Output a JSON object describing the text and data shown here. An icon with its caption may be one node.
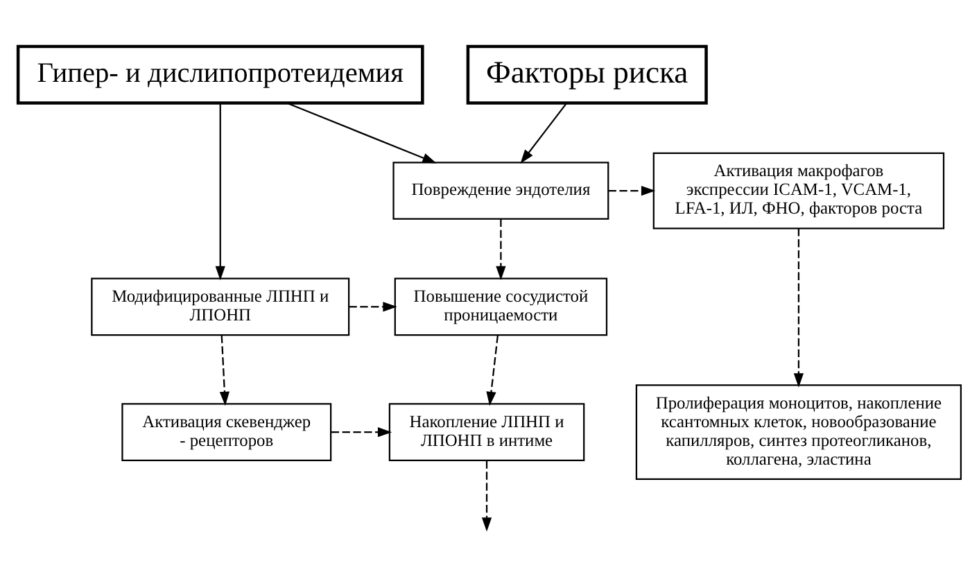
{
  "diagram": {
    "nodes": [
      {
        "text": [
          "Факторы риска"
        ]
      },
      {
        "text": [
          "Гипер- и дислипопротеидемия"
        ]
      },
      {
        "text": [
          "Активация макрофагов экспрессии ICAM-1, VCAM-1, LFA-1, ИЛ, ФНО, факторов роста"
        ]
      },
      {
        "text": [
          "Повреждение эндотелия"
        ]
      },
      {
        "text": [
          "Повышение сосудистой проницаемости"
        ]
      },
      {
        "text": [
          "Модифицированные ЛПНП и ЛПОНП"
        ]
      },
      {
        "text": [
          "Пролиферация моноцитов, накопление ксантомных клеток, новообразование капилляров, синтез протеогликанов, коллагена, эластина"
        ]
      },
      {
        "text": [
          "Накопление ЛПНП и ЛПОНП в интиме"
        ]
      },
      {
        "text": [
          "Активация скевенджер - рецепторов"
        ]
      }
    ],
    "edges": [
      {
        "from": 0,
        "to": 3,
        "arrow": "to"
      },
      {
        "from": 1,
        "to": 3,
        "arrow": "to"
      },
      {
        "from": 1,
        "to": 5,
        "arrow": "to"
      },
      {
        "from": 3,
        "to": 2,
        "arrow": "to",
        "style": "dashed"
      },
      {
        "from": 3,
        "to": 4,
        "arrow": "to",
        "style": "dashed"
      },
      {
        "from": 2,
        "to": 6,
        "arrow": "to",
        "style": "dashed"
      },
      {
        "from": 5,
        "to": 4,
        "arrow": "to",
        "style": "dashed"
      },
      {
        "from": 5,
        "to": 8,
        "arrow": "to",
        "style": "dashed"
      },
      {
        "from": 8,
        "to": 7,
        "arrow": "to",
        "style": "dashed"
      },
      {
        "from": 4,
        "to": 7,
        "arrow": "to",
        "style": "dashed"
      },
      {
        "from": 7,
        "to": null,
        "arrow": "to",
        "style": "dashed"
      }
    ]
  }
}
